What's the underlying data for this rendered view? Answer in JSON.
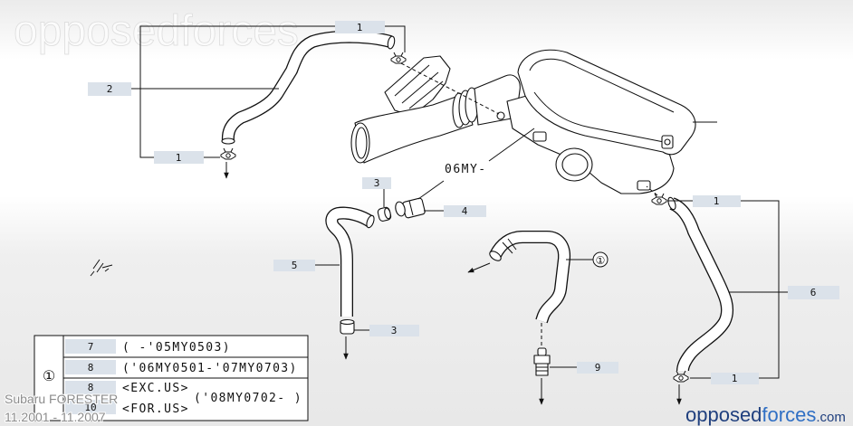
{
  "watermark": "opposedforces",
  "revision_note": "06MY-",
  "callouts": {
    "clamp_top": "1",
    "hose_upper": "2",
    "clamp_left": "1",
    "seal_upper": "3",
    "connector": "4",
    "clamp_right_top": "1",
    "hose_left": "5",
    "hose_right": "6",
    "hose_middle_ref": "①",
    "cap_lower": "3",
    "fitting": "9",
    "clamp_right_bottom": "1"
  },
  "variant_table": {
    "ref_symbol": "①",
    "rows": [
      {
        "part": "7",
        "applicability": "( -'05MY0503)"
      },
      {
        "part": "8",
        "applicability": "('06MY0501-'07MY0703)"
      },
      {
        "part": "8",
        "applicability": "<EXC.US>"
      },
      {
        "part": "10",
        "applicability": "<FOR.US>"
      }
    ],
    "shared_applicability": "('08MY0702- )"
  },
  "footer": {
    "model": "Subaru FORESTER",
    "years": "11.2001 - 11.2007"
  },
  "logo": {
    "left": "opposed",
    "right": "forces",
    "suffix": ".com"
  },
  "colors": {
    "callout_fill": "#dbe2ea",
    "logo_dark": "#1f3f7e",
    "logo_light": "#2f6fc4",
    "footer_text": "#8c8c8c"
  }
}
